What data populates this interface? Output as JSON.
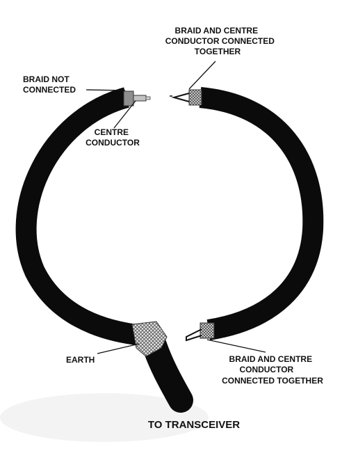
{
  "labels": {
    "top_right": [
      "BRAID AND CENTRE",
      "CONDUCTOR  CONNECTED",
      "TOGETHER"
    ],
    "braid_not_connected": [
      "BRAID NOT",
      "CONNECTED"
    ],
    "centre_conductor": [
      "CENTRE",
      "CONDUCTOR"
    ],
    "earth": "EARTH",
    "bottom_right": [
      "BRAID AND CENTRE",
      "CONDUCTOR",
      "CONNECTED TOGETHER"
    ],
    "to_transceiver": "TO TRANSCEIVER"
  },
  "colors": {
    "cable": "#0b0b0b",
    "braid": "#d8d8d8",
    "conductor": "#9a9a9a",
    "text": "#111111"
  }
}
